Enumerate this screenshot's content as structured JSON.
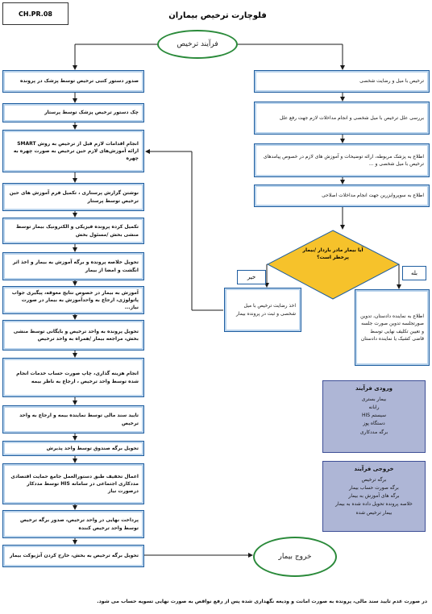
{
  "doc_code": "CH.PR.08",
  "title": "فلوچارت ترخیص بیماران",
  "start_label": "فرآیند ترخیص",
  "end_label": "خروج بیمار",
  "right_column": [
    "ترخیص با میل و رضایت شخصی",
    "بررسی علل ترخیص با میل شخصی و انجام مداخلات لازم جهت رفع علل",
    "اطلاع به پزشک مربوطه، ارائه توضیحات و آموزش های لازم در خصوص پیامدهای ترخیص با میل شخصی و ...",
    "اطلاع به سوپروایزرین جهت انجام مداخلات اصلاحی"
  ],
  "decision": {
    "question": "آیا بیمار مادر باردار /بیمار پرخطر است؟",
    "yes": "بله",
    "no": "خیر"
  },
  "no_branch_box": "اخذ رضایت ترخیص با میل شخصی و ثبت در پرونده بیمار",
  "yes_branch_box": "اطلاع به نماینده دادستان، تدوین صورتجلسه تدوین صورت جلسه و تعیین تکلیف نهایی توسط قاضی کشیک یا نماینده دادستان",
  "left_column": [
    "صدور دستور کتبی ترخیص توسط پزشک در پرونده",
    "چک دستور ترخیص پزشک توسط پرستار",
    "انجام اقدامات لازم قبل از ترخیص به روش SMART ارائه آموزش‌های لازم حین ترخیص به صورت چهره به چهره",
    "نوشتن گزارش پرستاری ، تکمیل فرم آموزش های حین ترخیص توسط پرستار",
    "تکمیل کرده پرونده فیزیکی و الکترونیک بیمار توسط منشی بخش /مسئول بخش",
    "تحویل خلاصه پرونده و برگه آموزش به بیمار و اخذ اثر انگشت و امضا از بیمار",
    "آموزش به بیمار در خصوص نتایج معوقه، پیگیری جواب پاتولوژی، ارجاع به واحدآموزش به بیمار در صورت نیاز...",
    "تحویل پرونده به واحد ترخیص و بایگانی توسط منشی بخش، مراجعه بیمار /همراه به واحد ترخیص",
    "انجام هزینه گذاری، چاپ صورت حساب خدمات انجام شده توسط واحد ترخیص ، ارجاع به ناظر بیمه",
    "تایید سند مالی توسط نماینده بیمه و ارجاع به واحد ترخیص",
    "تحویل برگه صندوق توسط واحد پذیرش",
    "اعمال تخفیف طبق دستورالعمل جامع حمایت اقتصادی مددکاری اجتماعی در سامانه HIS توسط مددکار درصورت نیاز",
    "پرداخت نهایی در واحد ترخیص، صدور برگه ترخیص توسط واحد ترخیص کننده",
    "تحویل برگه ترخیص به بخش، خارج کردن آنژیوکت بیمار"
  ],
  "inputs": {
    "heading": "ورودی فرآیند",
    "items": [
      "بیمار بستری",
      "رابانه",
      "سیستم HIS",
      "دستگاه پوز",
      "برگه مددکاری"
    ]
  },
  "outputs": {
    "heading": "خروجی فرآیند",
    "items": [
      "برگه ترخیص",
      "برگه صورت حساب بیمار",
      "برگه های آموزش به بیمار",
      "خلاصه پرونده تحویل داده شده به بیمار",
      "بیمار ترخیص شده"
    ]
  },
  "footer": "در صورت عدم تایید سند مالی، پرونده به صورت امانت و ودیعه نگهداری شده پس از رفع نواقص به صورت نهایی تسویه حساب می شود."
}
